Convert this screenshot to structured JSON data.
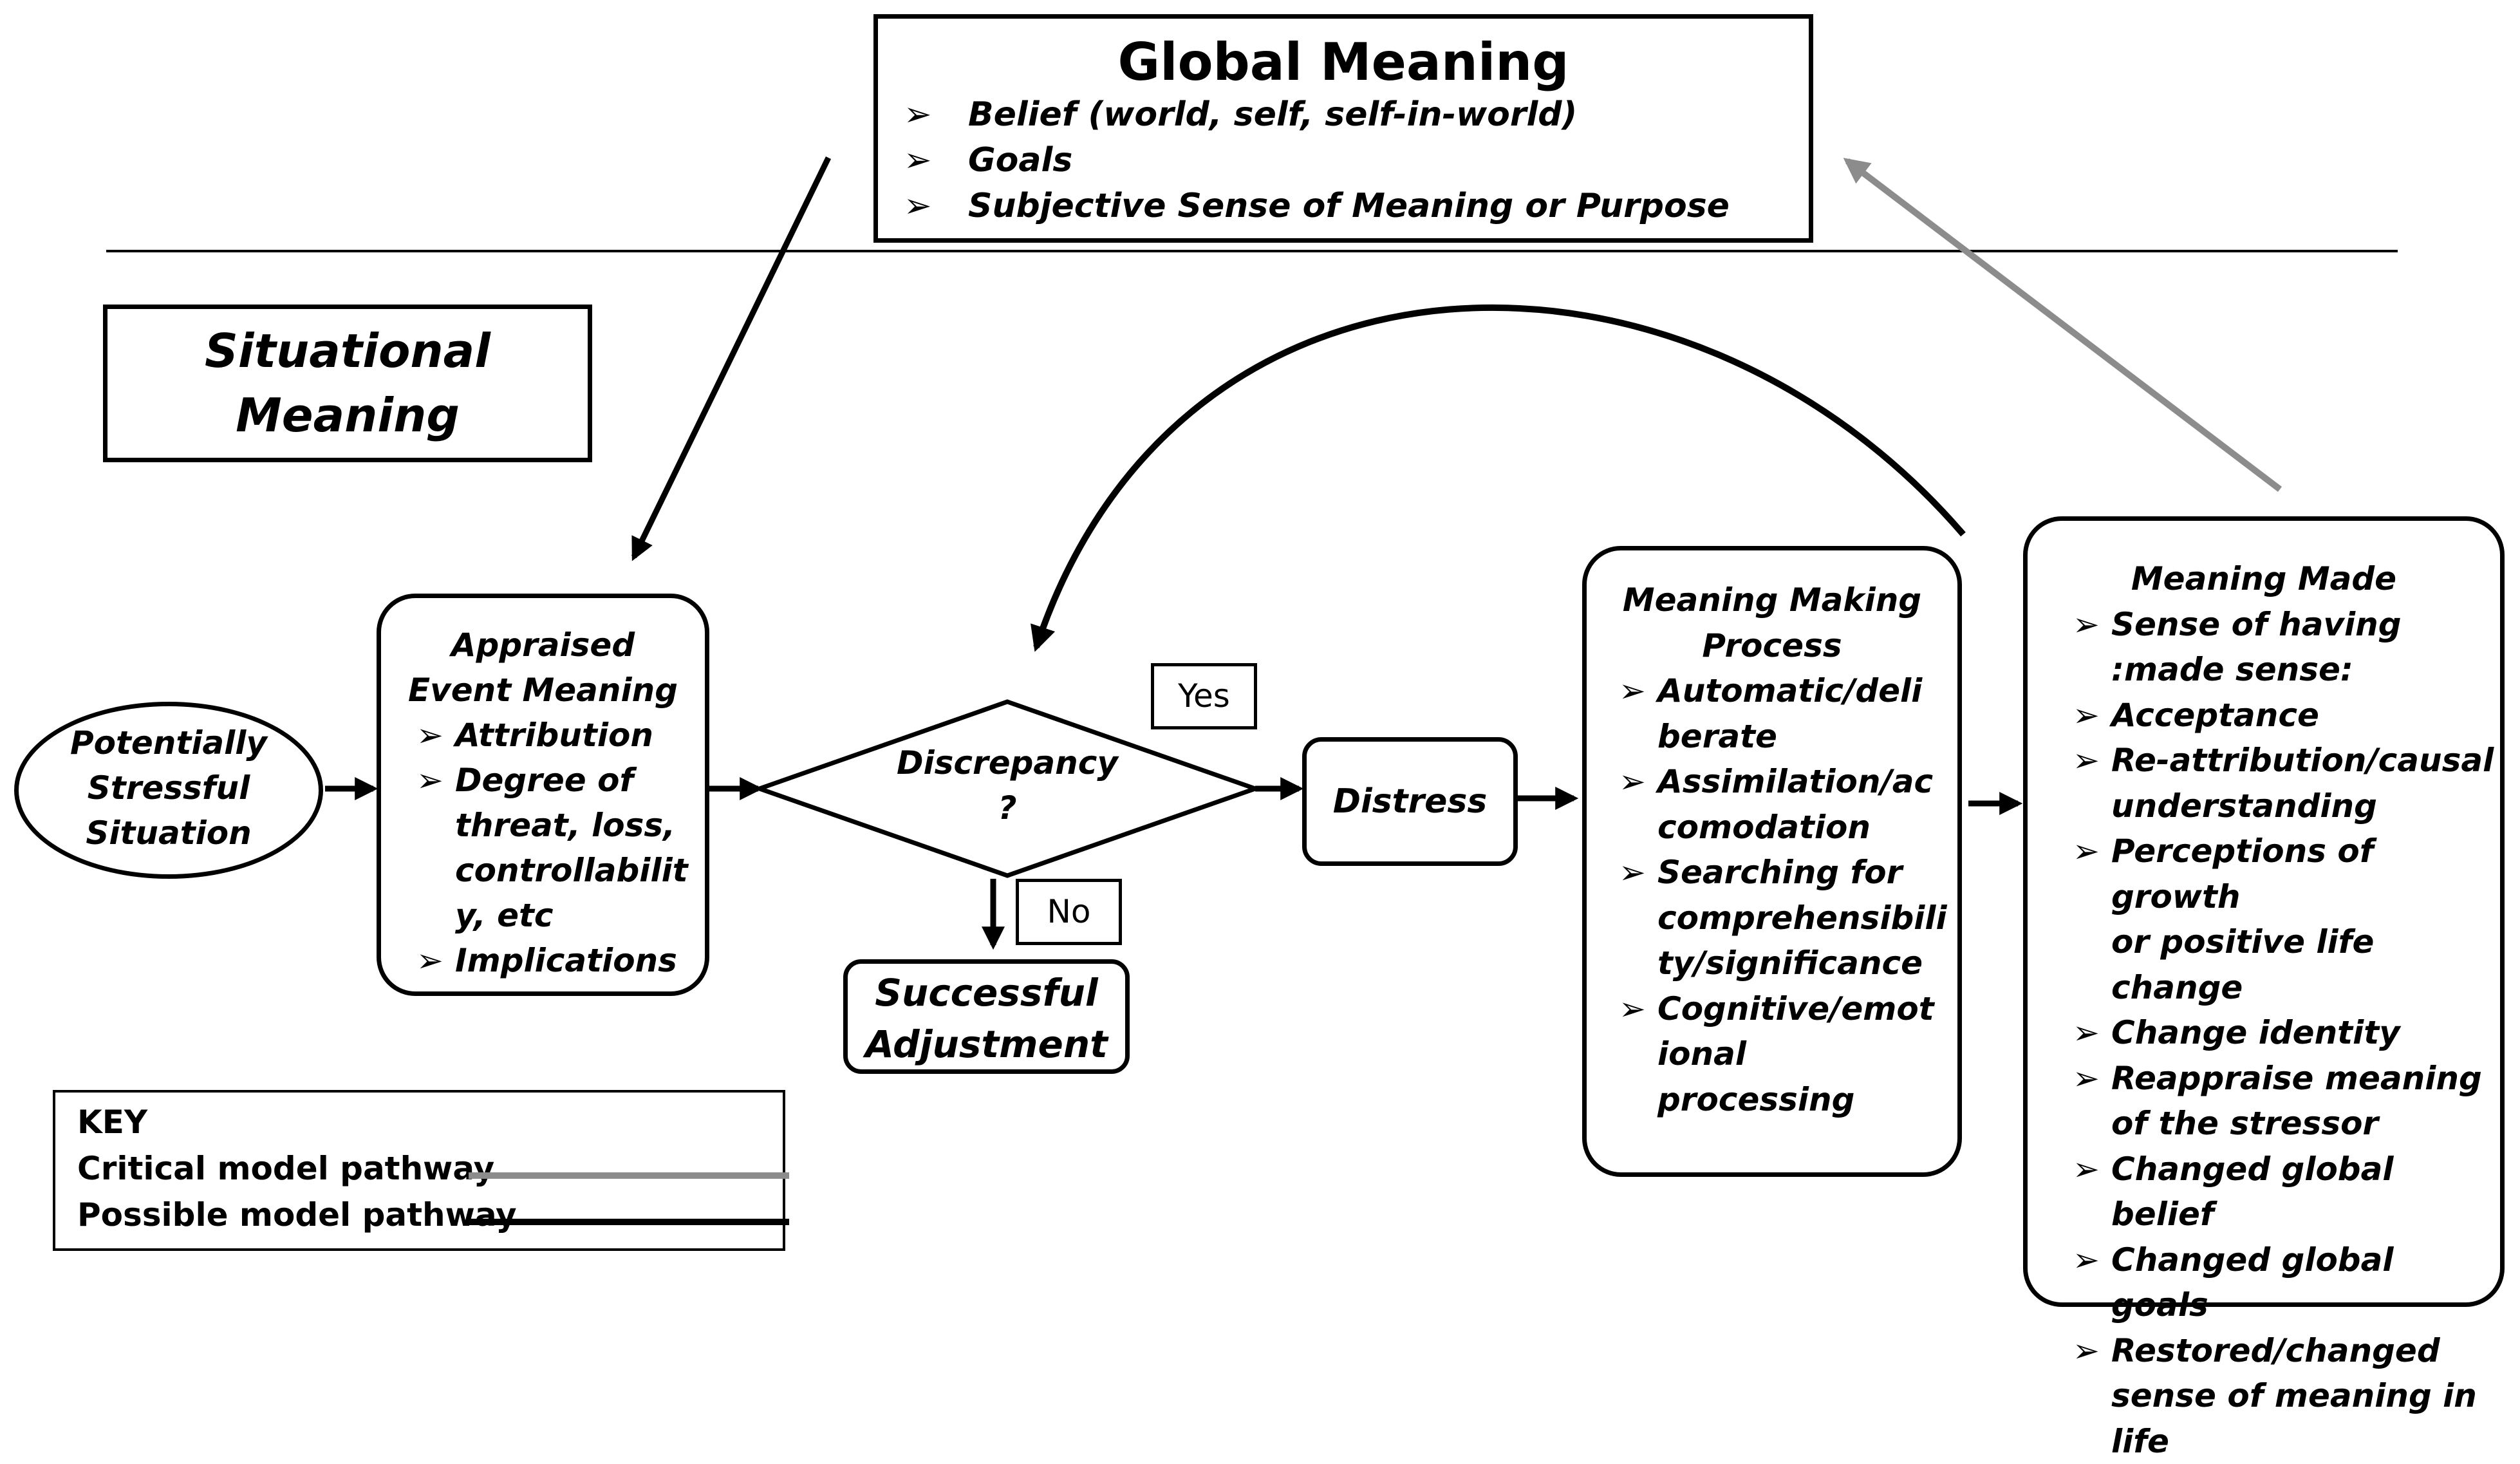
{
  "global_meaning": {
    "title": "Global Meaning",
    "items": [
      "Belief (world, self, self-in-world)",
      "Goals",
      "Subjective Sense of Meaning or Purpose"
    ]
  },
  "situational_meaning": {
    "line1": "Situational",
    "line2": "Meaning"
  },
  "potentially_stressful": {
    "line1": "Potentially",
    "line2": "Stressful",
    "line3": "Situation"
  },
  "appraised": {
    "title1": "Appraised",
    "title2": "Event Meaning",
    "item1": "Attribution",
    "item2_l1": "Degree of",
    "item2_l2": "threat, loss,",
    "item2_l3": "controllabilit",
    "item2_l4": "y, etc",
    "item3": "Implications"
  },
  "discrepancy": {
    "line1": "Discrepancy",
    "line2": "?"
  },
  "yes_label": "Yes",
  "no_label": "No",
  "successful": {
    "line1": "Successful",
    "line2": "Adjustment"
  },
  "distress": "Distress",
  "meaning_making": {
    "title1": "Meaning Making",
    "title2": "Process",
    "i1_l1": "Automatic/deli",
    "i1_l2": "berate",
    "i2_l1": "Assimilation/ac",
    "i2_l2": "comodation",
    "i3_l1": "Searching for",
    "i3_l2": "comprehensibili",
    "i3_l3": "ty/significance",
    "i4_l1": "Cognitive/emot",
    "i4_l2": "ional",
    "i4_l3": "processing"
  },
  "meaning_made": {
    "title": "Meaning Made",
    "i1_l1": "Sense of having",
    "i1_l2": ":made sense:",
    "i2": "Acceptance",
    "i3_l1": "Re-attribution/causal",
    "i3_l2": "understanding",
    "i4_l1": "Perceptions of growth",
    "i4_l2": "or positive life change",
    "i5": "Change identity",
    "i6_l1": "Reappraise meaning",
    "i6_l2": "of the stressor",
    "i7": "Changed global belief",
    "i8": "Changed global goals",
    "i9_l1": "Restored/changed",
    "i9_l2": "sense of meaning in",
    "i9_l3": "life"
  },
  "key": {
    "title": "KEY",
    "critical": "Critical model pathway",
    "possible": "Possible model pathway",
    "critical_color": "#8c8c8c",
    "possible_color": "#000000"
  }
}
